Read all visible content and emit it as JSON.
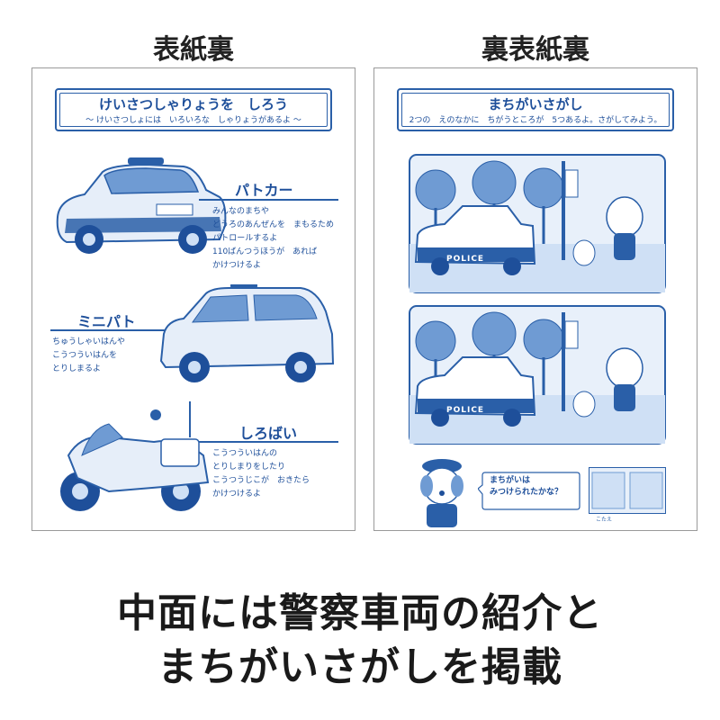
{
  "labels": {
    "left": "表紙裏",
    "right": "裏表紙裏"
  },
  "left_page": {
    "title": "けいさつしゃりょうを　しろう",
    "subtitle": "～ けいさつしょには　いろいろな　しゃりょうがあるよ ～",
    "vehicles": [
      {
        "name": "パトカー",
        "desc": "みんなのまちや\nどうろのあんぜんを　まもるため\nパトロールするよ\n110ばんつうほうが　あれば\nかけつけるよ"
      },
      {
        "name": "ミニパト",
        "desc": "ちゅうしゃいはんや\nこうつういはんを\nとりしまるよ"
      },
      {
        "name": "しろばい",
        "desc": "こうつういはんの\nとりしまりをしたり\nこうつうじこが　おきたら\nかけつけるよ"
      }
    ]
  },
  "right_page": {
    "title": "まちがいさがし",
    "subtitle": "2つの　えのなかに　ちがうところが　5つあるよ。さがしてみよう。",
    "car_text_top": "POLICE",
    "car_text_bottom": "POLICE",
    "prompt": "まちがいは\nみつけられたかな？",
    "answer_label": "こたえ"
  },
  "caption": {
    "line1": "中面には警察車両の紹介と",
    "line2": "まちがいさがしを掲載"
  },
  "colors": {
    "blue": "#2a5fa8",
    "light_blue": "#cfe0f5",
    "dark_text": "#1a1a1a"
  }
}
